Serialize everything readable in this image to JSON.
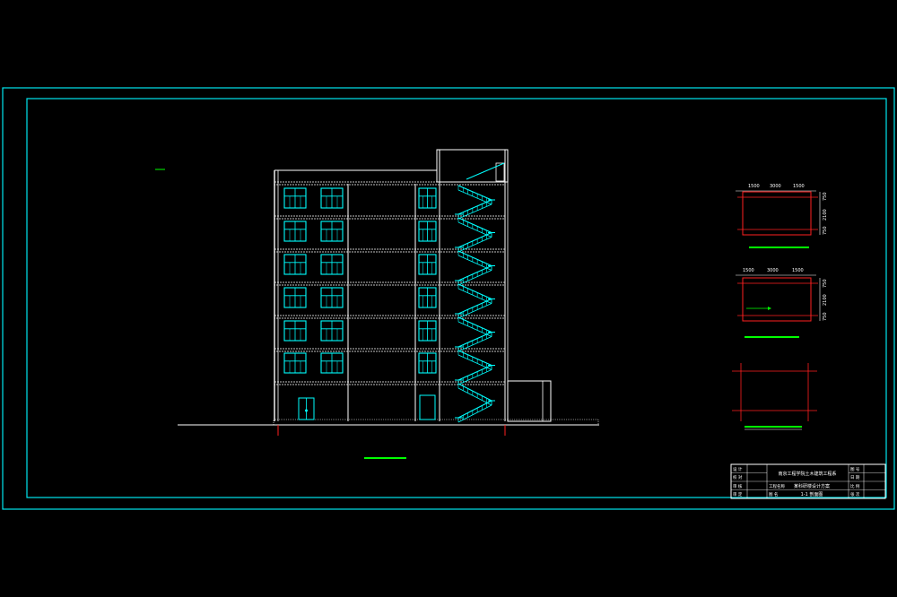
{
  "colors": {
    "background": "#000000",
    "frame": "#00e5ee",
    "structure": "#ffffff",
    "window": "#00ffff",
    "axis": "#ff2020",
    "underline": "#00ff00"
  },
  "building": {
    "floors": 7,
    "window_icon": "window-icon",
    "stair_icon": "stair-flight-icon"
  },
  "details": {
    "detail_1": {
      "dims_top": [
        "1500",
        "3000",
        "1500"
      ],
      "dims_side": [
        "750",
        "2100",
        "750"
      ]
    },
    "detail_2": {
      "dims_top": [
        "1500",
        "3000",
        "1500"
      ],
      "dims_side": [
        "750",
        "2100",
        "750"
      ]
    }
  },
  "title_block": {
    "school": "南京工程学院土木建筑工程系",
    "project": "某科研楼设计方案",
    "drawing": "1-1 剖面图",
    "row_labels": [
      "设 计",
      "校 对",
      "审 核",
      "审 定"
    ],
    "right_labels": [
      "图 号",
      "日 期",
      "比 例",
      "张 次"
    ],
    "right_values": [
      "",
      "",
      "",
      ""
    ],
    "left_small": [
      "工程名称",
      "图 名"
    ],
    "mid_small": [
      "",
      "",
      "",
      ""
    ]
  }
}
